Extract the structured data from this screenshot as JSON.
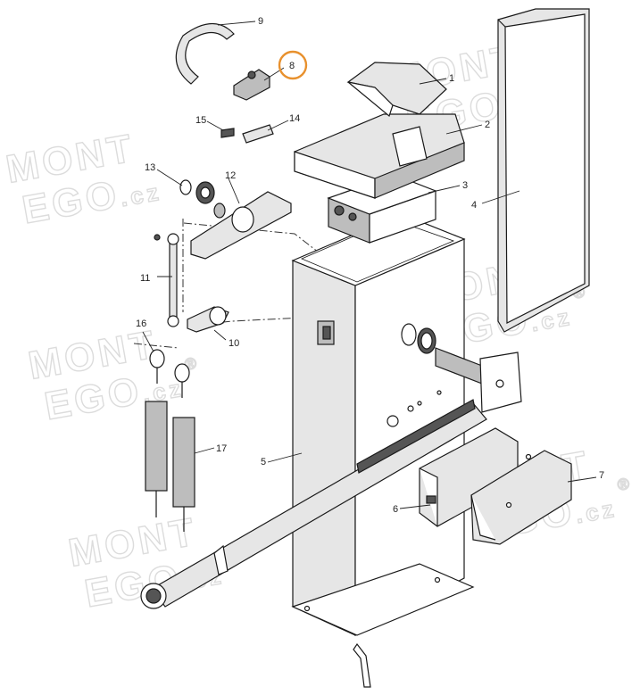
{
  "diagram": {
    "callouts": [
      {
        "id": "1",
        "label": "1"
      },
      {
        "id": "2",
        "label": "2"
      },
      {
        "id": "3",
        "label": "3"
      },
      {
        "id": "4",
        "label": "4"
      },
      {
        "id": "5",
        "label": "5"
      },
      {
        "id": "6",
        "label": "6"
      },
      {
        "id": "7",
        "label": "7"
      },
      {
        "id": "8",
        "label": "8",
        "highlighted": true
      },
      {
        "id": "9",
        "label": "9"
      },
      {
        "id": "10",
        "label": "10"
      },
      {
        "id": "11",
        "label": "11"
      },
      {
        "id": "12",
        "label": "12"
      },
      {
        "id": "13",
        "label": "13"
      },
      {
        "id": "14",
        "label": "14"
      },
      {
        "id": "15",
        "label": "15"
      },
      {
        "id": "16",
        "label": "16"
      },
      {
        "id": "17",
        "label": "17"
      }
    ],
    "highlight_color": "#e8912e"
  },
  "watermark": {
    "line1": "MONT",
    "line2": "EGO",
    "suffix": ".cz",
    "mark": "®"
  }
}
